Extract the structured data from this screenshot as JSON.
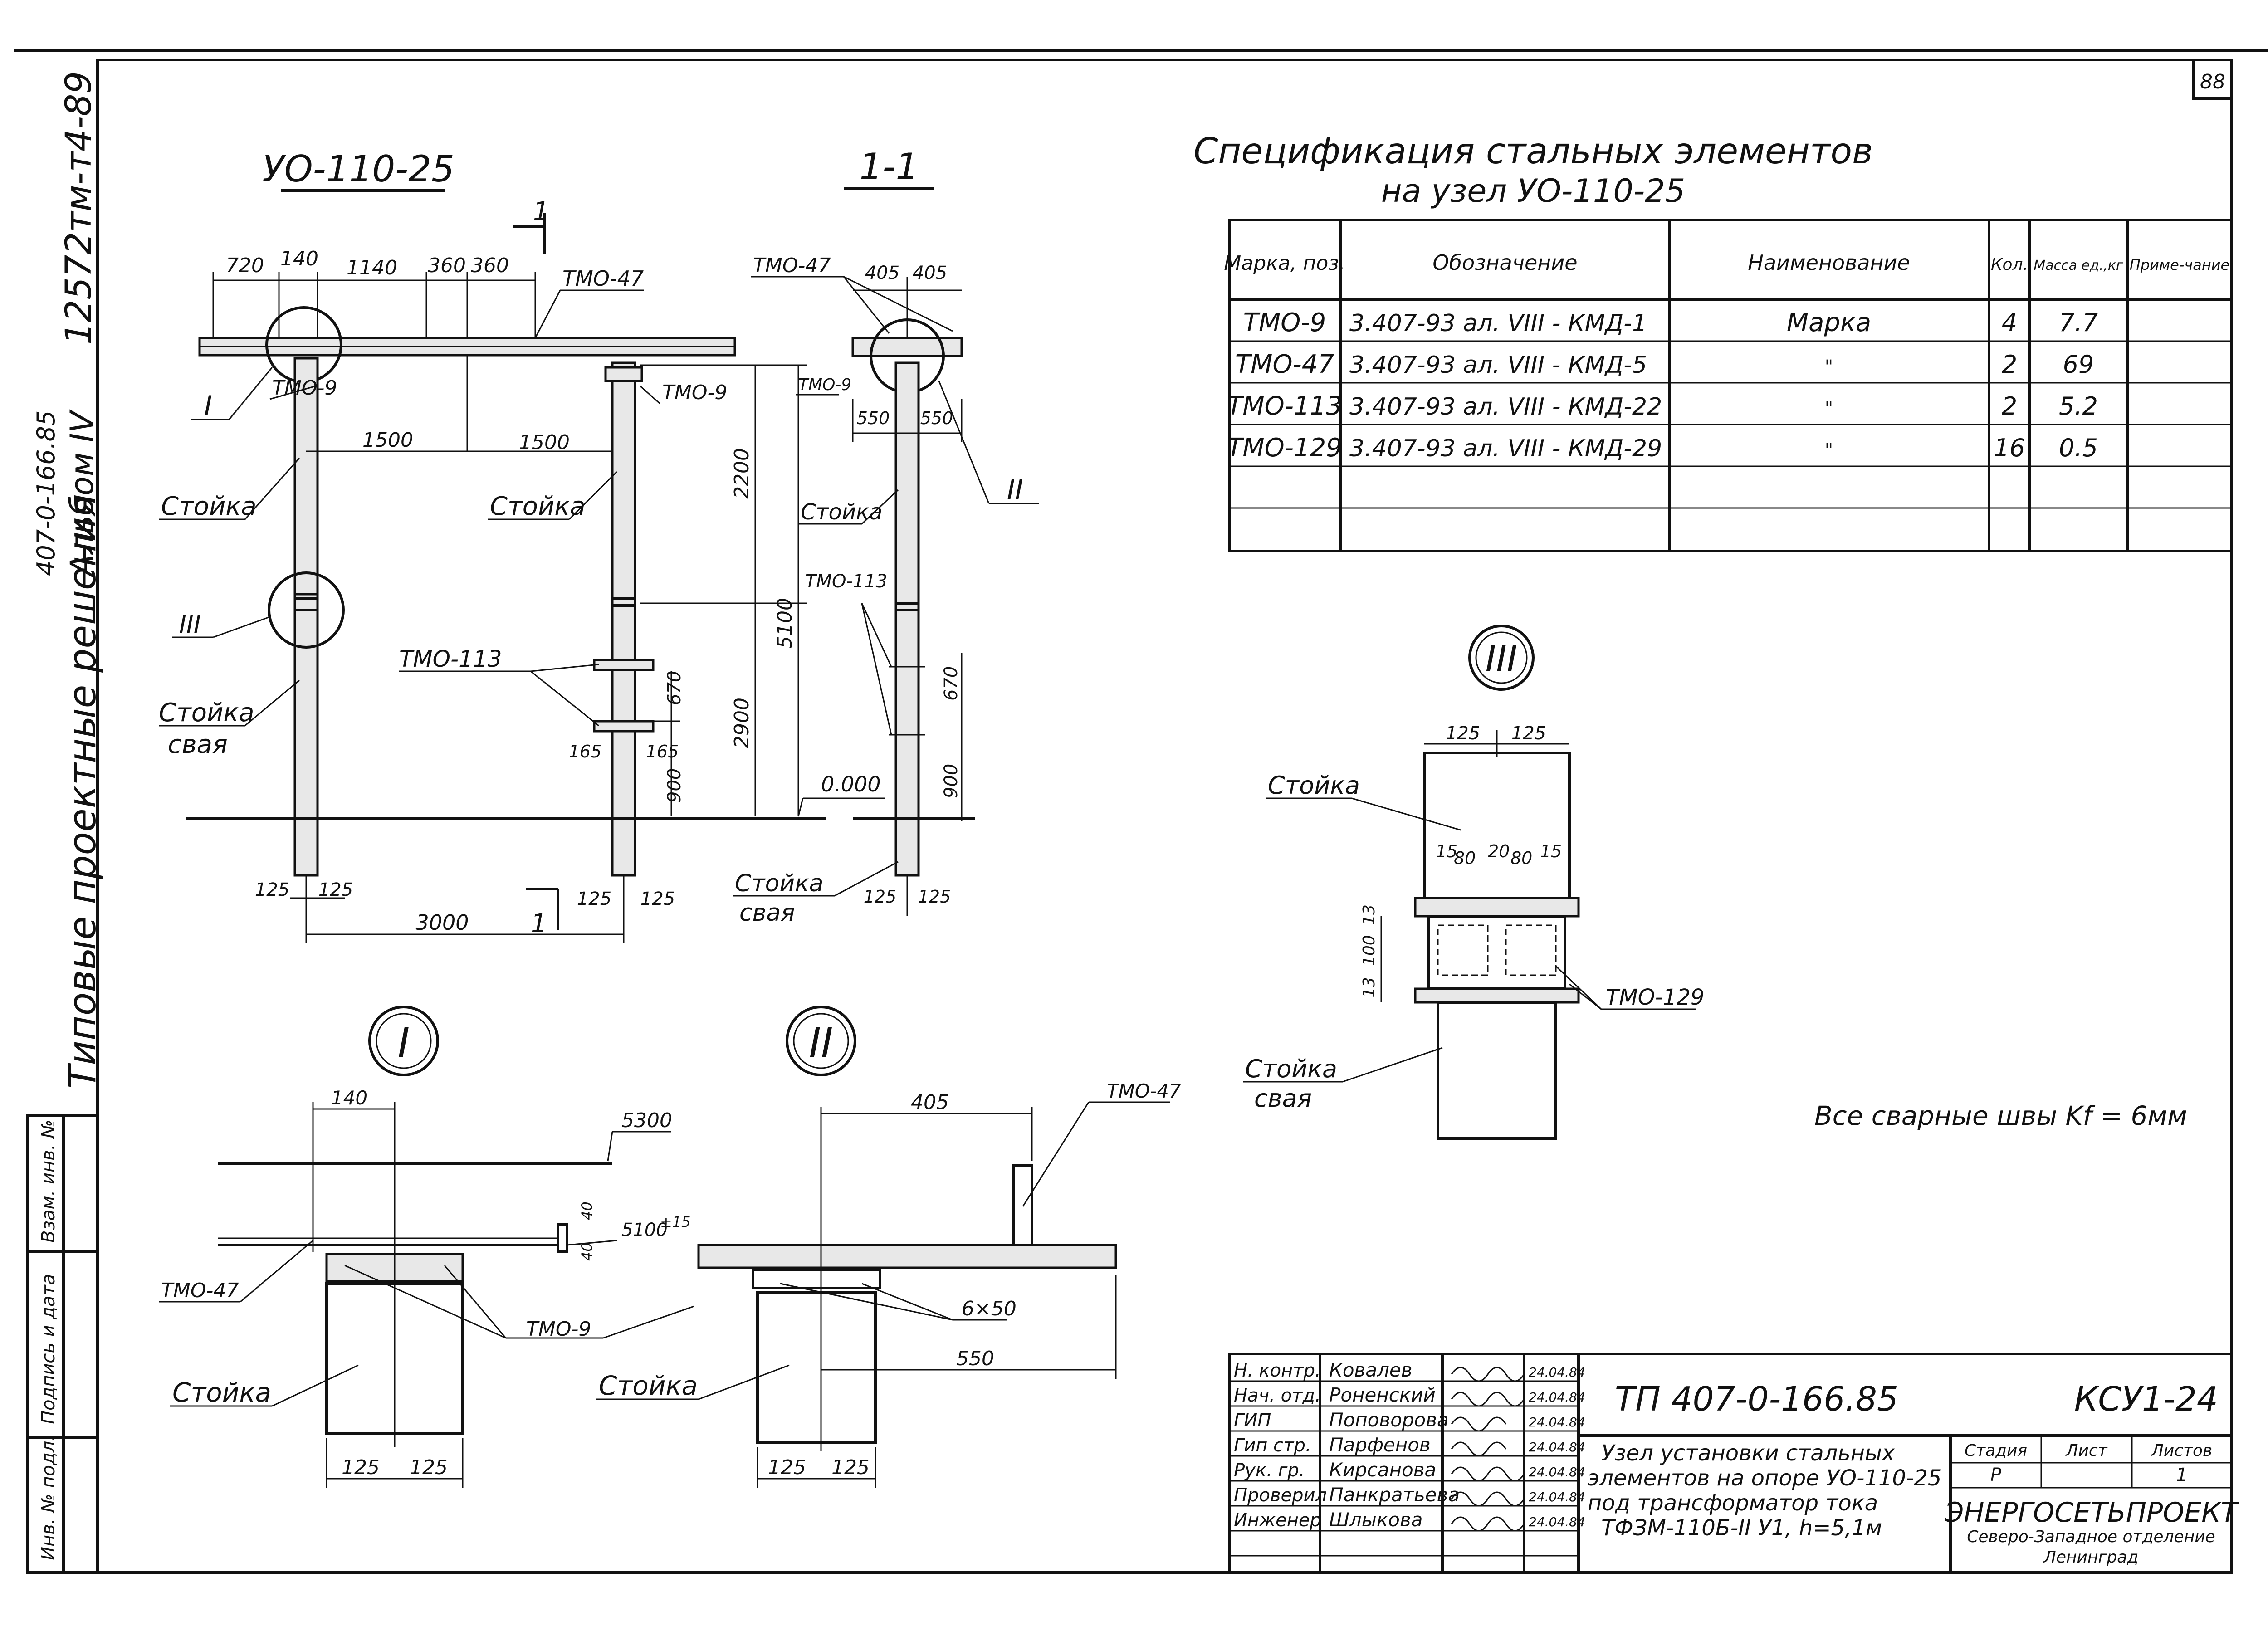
{
  "sheet_no": "88",
  "left_margin": {
    "series": "Типовые проектные решения",
    "code": "407-0-166.85",
    "album": "Альбом IV",
    "archive": "12572тм-т4-89"
  },
  "stamp_cols": [
    "Инв. № подл.",
    "Подпись и дата",
    "Взам. инв. №"
  ],
  "main_view": {
    "title": "УО-110-25",
    "dims_top": [
      "720",
      "140",
      "1140",
      "360",
      "360"
    ],
    "dims_mid": [
      "1500",
      "1500"
    ],
    "labels": {
      "tmo47": "ТМО-47",
      "tmo9a": "ТМО-9",
      "tmo9b": "ТМО-9",
      "tmo113": "ТМО-113",
      "stoyka1": "Стойка",
      "stoyka2": "Стойка",
      "stoyka_svaya": "Стойка",
      "svaya": "свая",
      "n1": "I",
      "n3": "III",
      "sec": "1",
      "sec2": "1"
    },
    "dims_vert": [
      "2200",
      "5100",
      "2900",
      "670",
      "900"
    ],
    "dims_bot": [
      "125",
      "125",
      "3000",
      "125",
      "125",
      "165",
      "165"
    ],
    "level": "0.000"
  },
  "section_view": {
    "title": "1-1",
    "labels": {
      "tmo47": "ТМО-47",
      "tmo9": "ТМО-9",
      "tmo113": "ТМО-113",
      "stoyka": "Стойка",
      "stoyka_svaya": "Стойка",
      "svaya": "свая",
      "n2": "II"
    },
    "dims_top": [
      "405",
      "405"
    ],
    "dims_mid": [
      "550",
      "550"
    ],
    "dims_vert": [
      "670",
      "900"
    ],
    "dims_bot": [
      "125",
      "125"
    ]
  },
  "spec": {
    "title1": "Спецификация стальных элементов",
    "title2": "на узел УО-110-25",
    "headers": [
      "Марка, поз.",
      "Обозначение",
      "Наименование",
      "Кол.",
      "Масса ед.,кг",
      "Приме-чание"
    ],
    "rows": [
      [
        "ТМО-9",
        "3.407-93 ал. VIII - КМД-1",
        "Марка",
        "4",
        "7.7",
        ""
      ],
      [
        "ТМО-47",
        "3.407-93 ал. VIII - КМД-5",
        "\"",
        "2",
        "69",
        ""
      ],
      [
        "ТМО-113",
        "3.407-93 ал. VIII - КМД-22",
        "\"",
        "2",
        "5.2",
        ""
      ],
      [
        "ТМО-129",
        "3.407-93 ал. VIII - КМД-29",
        "\"",
        "16",
        "0.5",
        ""
      ],
      [
        "",
        "",
        "",
        "",
        "",
        ""
      ],
      [
        "",
        "",
        "",
        "",
        "",
        ""
      ]
    ]
  },
  "node3": {
    "num": "III",
    "dims": [
      "125",
      "125",
      "15",
      "80",
      "20",
      "80",
      "15",
      "13",
      "100",
      "13"
    ],
    "labels": {
      "stoyka": "Стойка",
      "stoyka_svaya": "Стойка",
      "svaya": "свая",
      "tmo129": "ТМО-129"
    }
  },
  "node1": {
    "num": "I",
    "dims": [
      "140",
      "5300",
      "5100",
      "±15",
      "40",
      "40",
      "125",
      "125"
    ],
    "labels": {
      "tmo47": "ТМО-47",
      "tmo9": "ТМО-9",
      "stoyka": "Стойка"
    }
  },
  "node2": {
    "num": "II",
    "dims": [
      "405",
      "550",
      "125",
      "125"
    ],
    "labels": {
      "tmo47": "ТМО-47",
      "weld": "6×50",
      "stoyka": "Стойка"
    }
  },
  "note": "Все сварные швы Kf = 6мм",
  "title_block": {
    "people": [
      [
        "Н. контр.",
        "Ковалев",
        "24.04.84"
      ],
      [
        "Нач. отд.",
        "Роненский",
        "24.04.84"
      ],
      [
        "ГИП",
        "Поповорова",
        "24.04.84"
      ],
      [
        "Гип стр.",
        "Парфенов",
        "24.04.84"
      ],
      [
        "Рук. гр.",
        "Кирсанова",
        "24.04.84"
      ],
      [
        "Проверил",
        "Панкратьева",
        "24.04.84"
      ],
      [
        "Инженер",
        "Шлыкова",
        "24.04.84"
      ]
    ],
    "doc_code": "ТП 407-0-166.85",
    "sheet_code": "КСУ1-24",
    "description": [
      "Узел установки стальных",
      "элементов на опоре УО-110-25",
      "под трансформатор тока",
      "ТФЗМ-110Б-II У1, h=5,1м"
    ],
    "stage_headers": [
      "Стадия",
      "Лист",
      "Листов"
    ],
    "stage_values": [
      "Р",
      "",
      "1"
    ],
    "org": "ЭНЕРГОСЕТЬПРОЕКТ",
    "org_sub1": "Северо-Западное отделение",
    "org_sub2": "Ленинград"
  }
}
